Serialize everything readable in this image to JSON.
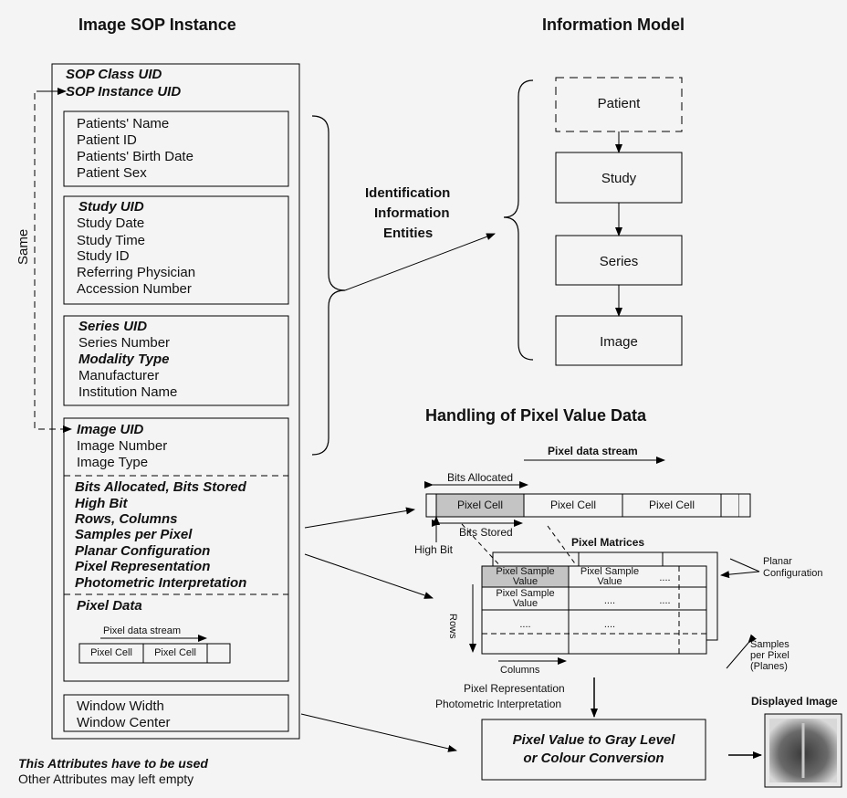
{
  "sop": {
    "title": "Image SOP Instance",
    "class_uid": "SOP Class UID",
    "instance_uid": "SOP Instance UID",
    "same_label": "Same",
    "patient": [
      "Patients' Name",
      "Patient ID",
      "Patients' Birth Date",
      "Patient Sex"
    ],
    "study": {
      "uid": "Study UID",
      "items": [
        "Study Date",
        "Study Time",
        "Study ID",
        "Referring Physician",
        "Accession Number"
      ]
    },
    "series": {
      "uid": "Series UID",
      "number": "Series Number",
      "modality": "Modality Type",
      "items": [
        "Manufacturer",
        "Institution Name"
      ]
    },
    "image": {
      "uid": "Image UID",
      "items": [
        "Image Number",
        "Image Type"
      ]
    },
    "pixel_attrs": [
      "Bits Allocated, Bits Stored",
      "High Bit",
      "Rows, Columns",
      "Samples per Pixel",
      "Planar Configuration",
      "Pixel Representation",
      "Photometric Interpretation"
    ],
    "pixel_data": "Pixel Data",
    "mini_stream": "Pixel data stream",
    "mini_cells": [
      "Pixel Cell",
      "Pixel Cell"
    ],
    "window": [
      "Window Width",
      "Window Center"
    ]
  },
  "legend": {
    "bold": "This Attributes have to be used",
    "normal": "Other Attributes may left empty"
  },
  "info_model": {
    "title": "Information Model",
    "identification": [
      "Identification",
      "Information",
      "Entities"
    ],
    "entities": [
      "Patient",
      "Study",
      "Series",
      "Image"
    ]
  },
  "pixel": {
    "title": "Handling of Pixel Value Data",
    "stream": "Pixel data stream",
    "bits_allocated": "Bits Allocated",
    "cells": [
      "Pixel Cell",
      "Pixel Cell",
      "Pixel Cell"
    ],
    "bits_stored": "Bits Stored",
    "high_bit": "High Bit",
    "matrices": "Pixel Matrices",
    "planar": [
      "Planar",
      "Configuration"
    ],
    "sample": [
      "Pixel Sample",
      "Value"
    ],
    "dots": "....",
    "rows": "Rows",
    "columns": "Columns",
    "samples": [
      "Samples",
      "per Pixel",
      "(Planes)"
    ],
    "representation": [
      "Pixel Representation",
      "Photometric Interpretation"
    ],
    "conversion": [
      "Pixel Value to Gray Level",
      "or Colour Conversion"
    ],
    "displayed": "Displayed Image"
  }
}
